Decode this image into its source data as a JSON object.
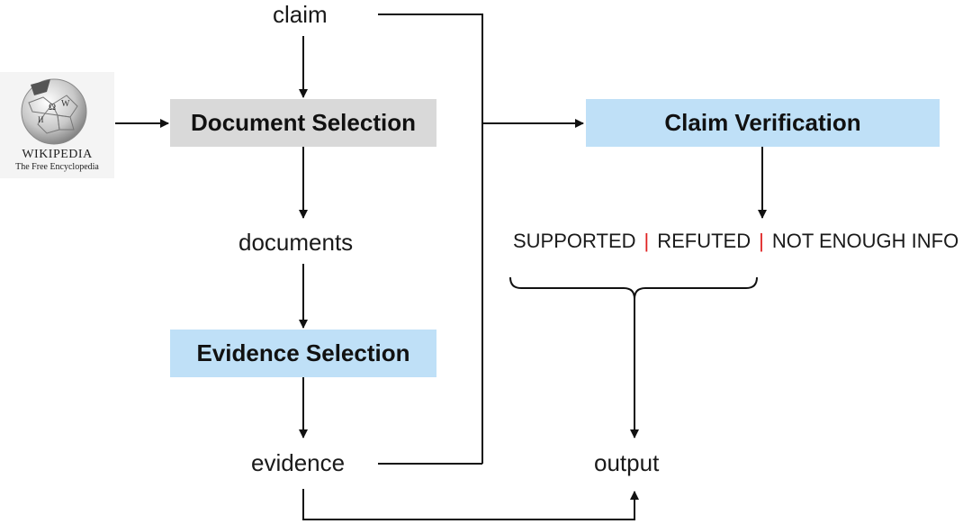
{
  "nodes": {
    "claim": "claim",
    "documents": "documents",
    "evidence": "evidence",
    "output": "output"
  },
  "steps": {
    "document_selection": "Document Selection",
    "evidence_selection": "Evidence Selection",
    "claim_verification": "Claim Verification"
  },
  "labels": {
    "supported": "SUPPORTED",
    "refuted": "REFUTED",
    "not_enough_info": "NOT ENOUGH INFO",
    "separator": "|"
  },
  "source": {
    "name": "WIKIPEDIA",
    "tagline": "The Free Encyclopedia",
    "icon": "wikipedia-globe-icon"
  },
  "colors": {
    "gray_box": "#d9d9d9",
    "blue_box": "#bfe0f7",
    "separator": "#e02020",
    "line": "#111111"
  }
}
